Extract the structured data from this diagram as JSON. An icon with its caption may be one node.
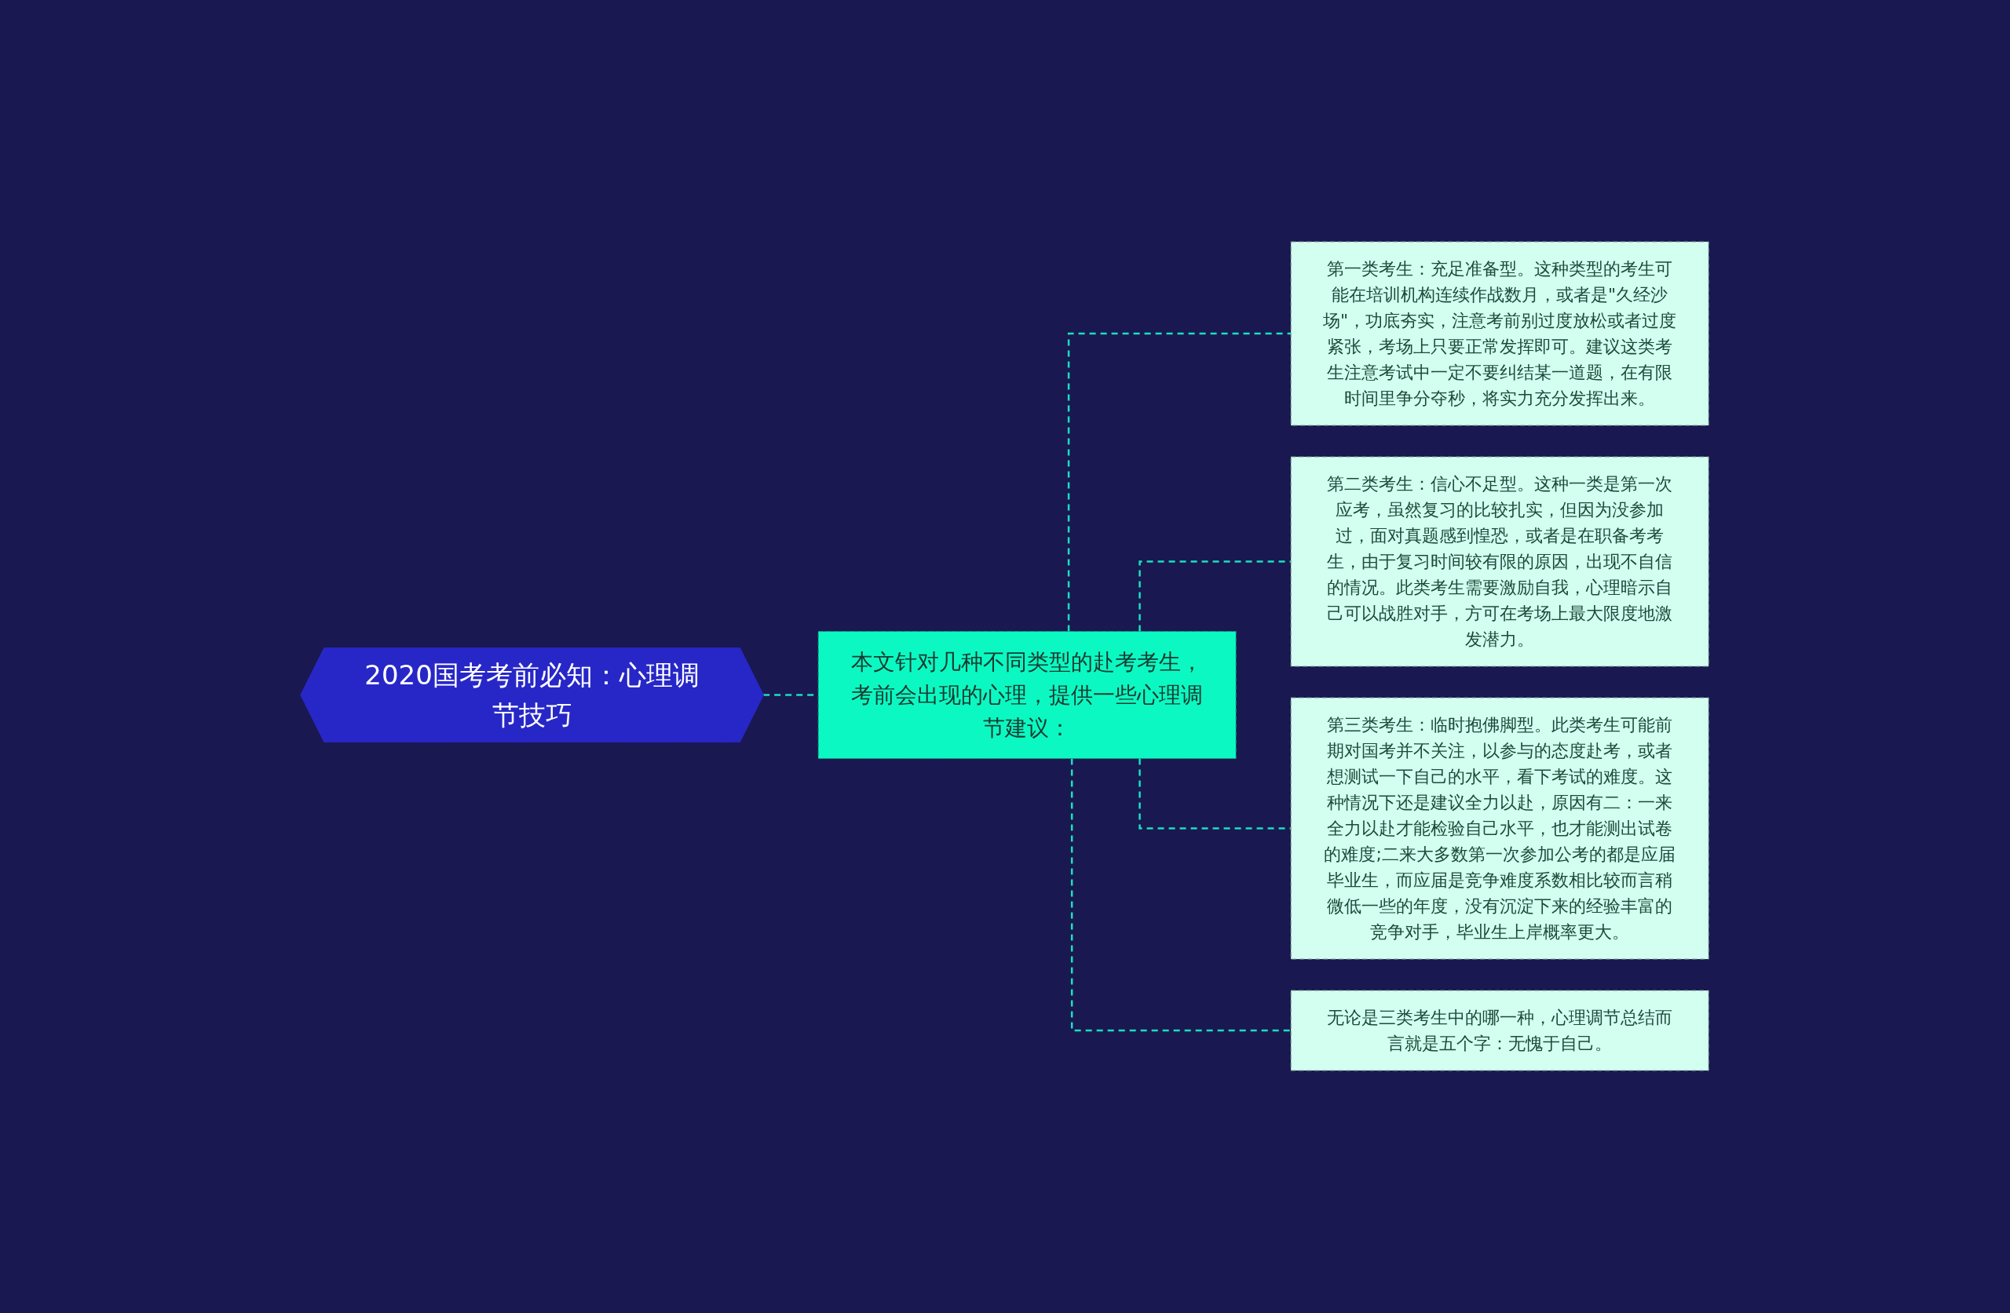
{
  "diagram": {
    "nodes": [
      {
        "text": [
          "2020国考考前必知：心理调节技巧"
        ]
      },
      {
        "text": [
          "本文针对几种不同类型的赴考考生，考前会出现的心理，提供一些心理调节建议："
        ]
      },
      {
        "text": [
          "第一类考生：充足准备型。这种类型的考生可能在培训机构连续作战数月，或者是\"久经沙场\"，功底夯实，注意考前别过度放松或者过度紧张，考场上只要正常发挥即可。建议这类考生注意考试中一定不要纠结某一道题，在有限时间里争分夺秒，将实力充分发挥出来。"
        ]
      },
      {
        "text": [
          "第二类考生：信心不足型。这种一类是第一次应考，虽然复习的比较扎实，但因为没参加过，面对真题感到惶恐，或者是在职备考考生，由于复习时间较有限的原因，出现不自信的情况。此类考生需要激励自我，心理暗示自己可以战胜对手，方可在考场上最大限度地激发潜力。"
        ]
      },
      {
        "text": [
          "第三类考生：临时抱佛脚型。此类考生可能前期对国考并不关注，以参与的态度赴考，或者想测试一下自己的水平，看下考试的难度。这种情况下还是建议全力以赴，原因有二：一来全力以赴才能检验自己水平，也才能测出试卷的难度;二来大多数第一次参加公考的都是应届毕业生，而应届是竞争难度系数相比较而言稍微低一些的年度，没有沉淀下来的经验丰富的竞争对手，毕业生上岸概率更大。"
        ]
      },
      {
        "text": [
          "无论是三类考生中的哪一种，心理调节总结而言就是五个字：无愧于自己。"
        ]
      }
    ],
    "edges": [
      {
        "from": 0,
        "to": 1,
        "arrow": "none",
        "style": "dashed"
      },
      {
        "from": 1,
        "to": 2,
        "arrow": "none",
        "style": "dashed"
      },
      {
        "from": 1,
        "to": 3,
        "arrow": "none",
        "style": "dashed"
      },
      {
        "from": 1,
        "to": 4,
        "arrow": "none",
        "style": "dashed"
      },
      {
        "from": 1,
        "to": 5,
        "arrow": "none",
        "style": "dashed"
      }
    ]
  }
}
